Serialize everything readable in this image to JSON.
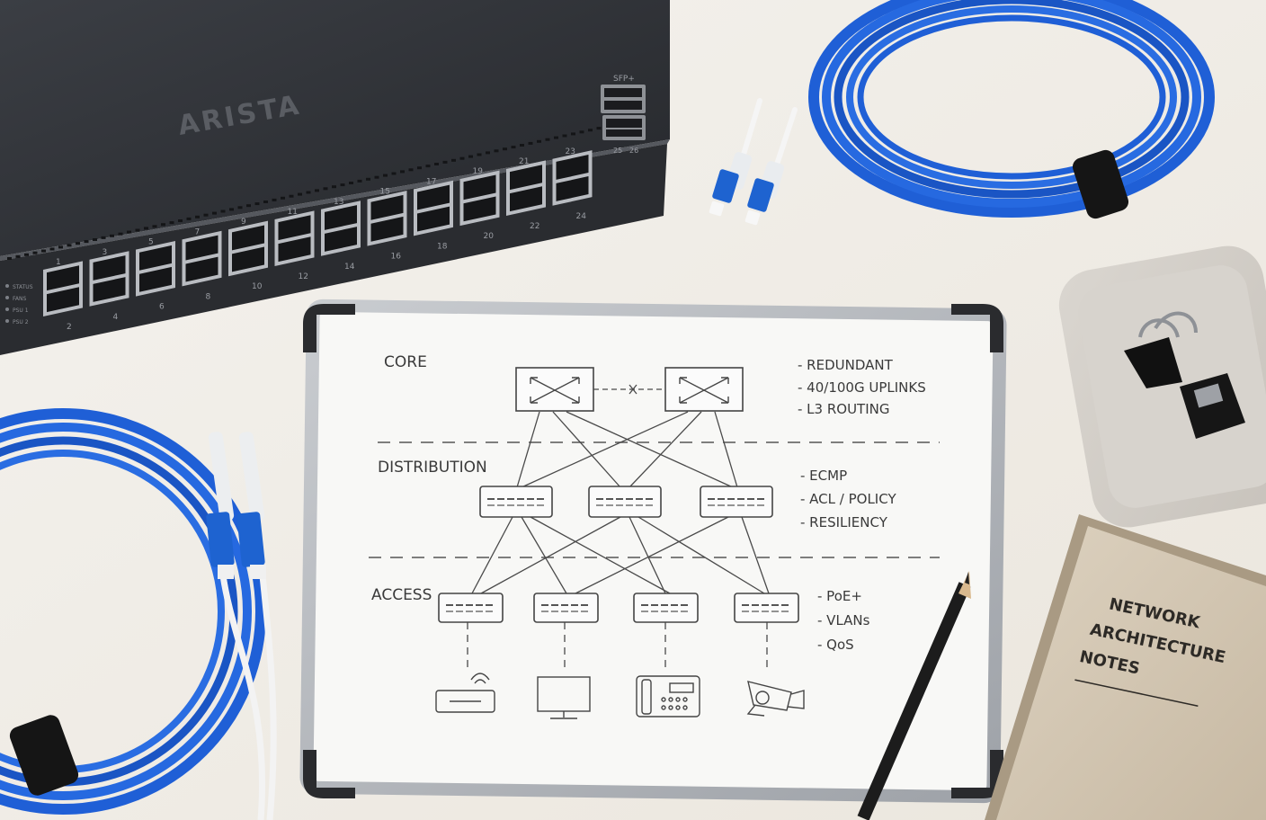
{
  "switch": {
    "brand": "ARISTA",
    "sfp_label": "SFP+",
    "sfp_ports": [
      "25",
      "26"
    ],
    "top_port_numbers": [
      "1",
      "3",
      "5",
      "7",
      "9",
      "11",
      "13",
      "15",
      "17",
      "19",
      "21",
      "23"
    ],
    "bottom_port_numbers": [
      "2",
      "4",
      "6",
      "8",
      "10",
      "12",
      "14",
      "16",
      "18",
      "20",
      "22",
      "24"
    ],
    "status_leds": [
      "STATUS",
      "FANS",
      "PSU 1",
      "PSU 2"
    ]
  },
  "whiteboard": {
    "layers": [
      {
        "label": "CORE",
        "notes": [
          "- REDUNDANT",
          "- 40/100G UPLINKS",
          "- L3 ROUTING"
        ]
      },
      {
        "label": "DISTRIBUTION",
        "notes": [
          "- ECMP",
          "- ACL / POLICY",
          "- RESILIENCY"
        ]
      },
      {
        "label": "ACCESS",
        "notes": [
          "- PoE+",
          "- VLANs",
          "- QoS"
        ]
      }
    ],
    "endpoint_icons": [
      "access-point-icon",
      "monitor-icon",
      "ip-phone-icon",
      "camera-icon"
    ]
  },
  "notebook": {
    "title_lines": [
      "NETWORK",
      "ARCHITECTURE",
      "NOTES"
    ]
  },
  "colors": {
    "desk": "#f1eee8",
    "switch_body": "#2b2d31",
    "cable_blue": "#1f5fd6",
    "connector_blue": "#1e63d0",
    "notebook_cover": "#d3c7b3",
    "marker_ink": "#3a3a3a"
  }
}
